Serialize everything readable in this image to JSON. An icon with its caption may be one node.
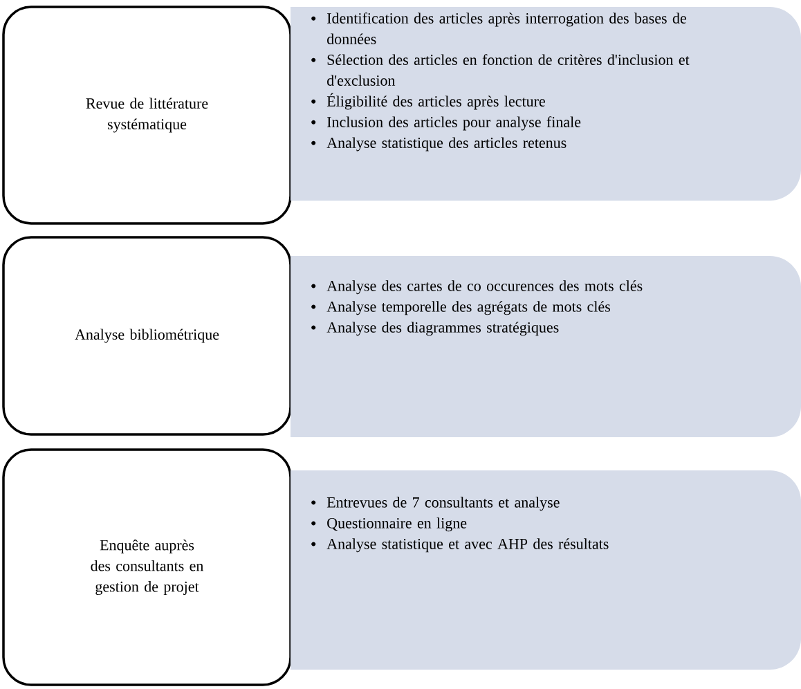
{
  "diagram": {
    "nodes": [
      {
        "text": [
          "Revue de littérature systématique"
        ]
      },
      {
        "text": [
          "Identification des articles après interrogation des bases de données",
          "Sélection des articles en fonction de critères d'inclusion et d'exclusion",
          "Éligibilité des articles après lecture",
          "Inclusion des articles pour analyse finale",
          "Analyse statistique des articles retenus"
        ]
      },
      {
        "text": [
          "Analyse bibliométrique"
        ]
      },
      {
        "text": [
          "Analyse des cartes de co occurences des mots clés",
          "Analyse temporelle des agrégats de mots clés",
          "Analyse des diagrammes stratégiques"
        ]
      },
      {
        "text": [
          "Enquête auprès des consultants en gestion de projet"
        ]
      },
      {
        "text": [
          "Entrevues de 7 consultants et analyse",
          "Questionnaire en ligne",
          "Analyse statistique et avec AHP des résultats"
        ]
      }
    ]
  }
}
